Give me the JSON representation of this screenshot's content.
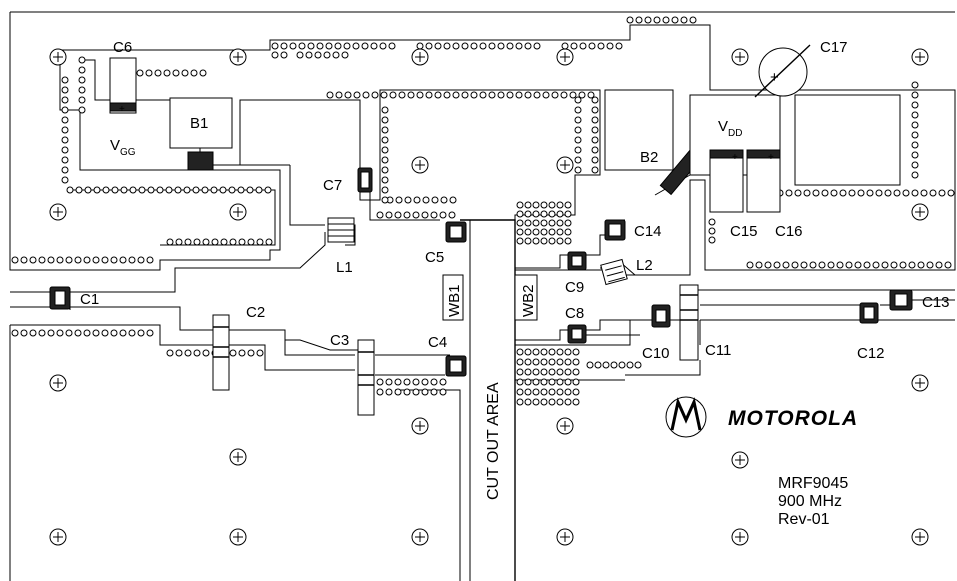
{
  "board": {
    "part_number": "MRF9045",
    "frequency": "900 MHz",
    "revision": "Rev-01",
    "brand_name": "MOTOROLA",
    "cutout_label": "CUT OUT AREA"
  },
  "labels": {
    "c1": "C1",
    "c2": "C2",
    "c3": "C3",
    "c4": "C4",
    "c5": "C5",
    "c6": "C6",
    "c7": "C7",
    "c8": "C8",
    "c9": "C9",
    "c10": "C10",
    "c11": "C11",
    "c12": "C12",
    "c13": "C13",
    "c14": "C14",
    "c15": "C15",
    "c16": "C16",
    "c17": "C17",
    "b1": "B1",
    "b2": "B2",
    "l1": "L1",
    "l2": "L2",
    "wb1": "WB1",
    "wb2": "WB2",
    "vgg_main": "V",
    "vgg_sub": "GG",
    "vdd_main": "V",
    "vdd_sub": "DD",
    "plus": "+"
  },
  "colors": {
    "ink": "#000000",
    "paper": "#ffffff",
    "component": "#222222"
  }
}
